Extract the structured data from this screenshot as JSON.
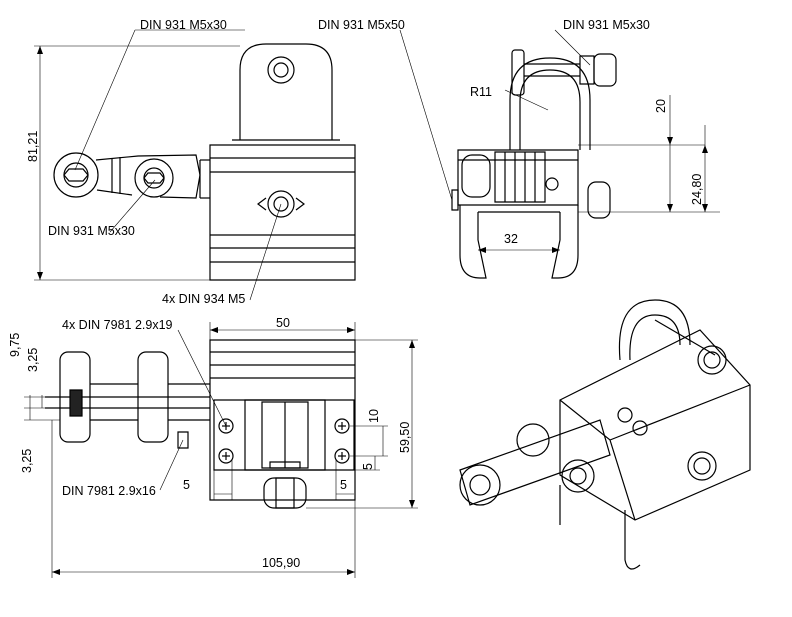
{
  "labels": {
    "callout_top_left": "DIN 931 M5x30",
    "callout_top_mid": "DIN 931 M5x50",
    "callout_top_right": "DIN 931 M5x30",
    "callout_left_mid": "DIN 931 M5x30",
    "callout_nut": "4x DIN 934 M5",
    "callout_screws": "4x DIN 7981 2.9x19",
    "callout_screw_single": "DIN 7981 2.9x16",
    "radius": "R11"
  },
  "dimensions": {
    "height_total": "81,21",
    "dim_20": "20",
    "dim_24_80": "24,80",
    "dim_32": "32",
    "dim_50": "50",
    "dim_59_50": "59,50",
    "dim_105_90": "105,90",
    "dim_9_75": "9,75",
    "dim_3_25_top": "3,25",
    "dim_3_25_bottom": "3,25",
    "dim_10": "10",
    "dim_5_right": "5",
    "dim_5_bottom_left": "5",
    "dim_5_bottom_right": "5"
  },
  "colors": {
    "line": "#000000",
    "part_fill": "#ffffff",
    "shade": "#d8d8d8"
  }
}
